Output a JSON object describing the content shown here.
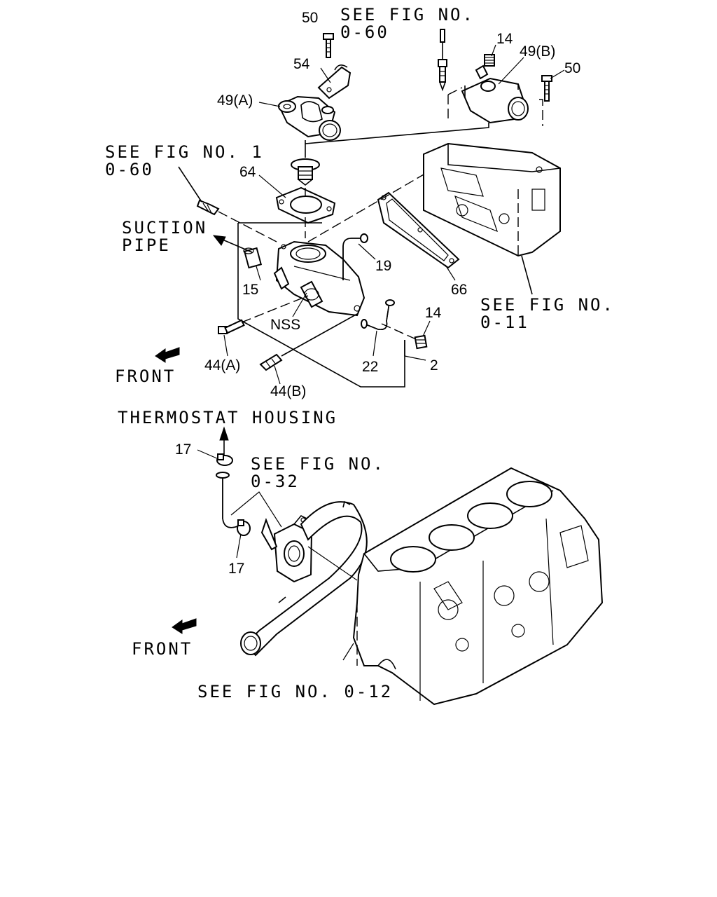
{
  "refs": {
    "fig_0_60_top": [
      "SEE FIG NO.",
      "0-60"
    ],
    "fig_0_60_left": [
      "SEE FIG NO. 1",
      "0-60"
    ],
    "fig_0_11": [
      "SEE FIG NO.",
      "0-11"
    ],
    "fig_0_32": [
      "SEE FIG NO.",
      "0-32"
    ],
    "fig_0_12": "SEE FIG NO. 0-12"
  },
  "labels": {
    "suction_pipe": [
      "SUCTION",
      "PIPE"
    ],
    "front_upper": "FRONT",
    "front_lower": "FRONT",
    "thermostat_housing": "THERMOSTAT HOUSING",
    "nss": "NSS"
  },
  "callouts": {
    "p50_left": "50",
    "p54": "54",
    "p49a": "49(A)",
    "p14_top": "14",
    "p49b": "49(B)",
    "p50_right": "50",
    "p64": "64",
    "p19": "19",
    "p15": "15",
    "p66": "66",
    "p14_mid": "14",
    "p44a": "44(A)",
    "p44b": "44(B)",
    "p22": "22",
    "p2": "2",
    "p17_top": "17",
    "p17_bottom": "17"
  },
  "icons": [
    "front-arrow-icon",
    "up-arrow-icon"
  ]
}
